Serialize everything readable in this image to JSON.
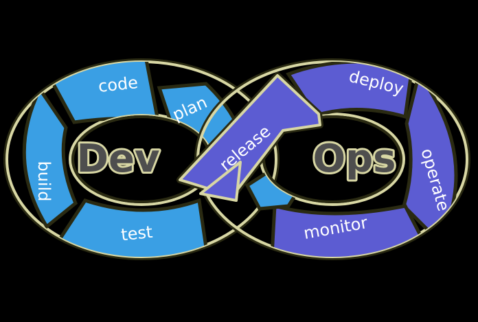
{
  "diagram": {
    "left_word": "Dev",
    "right_word": "Ops",
    "stages": {
      "code": "code",
      "build": "build",
      "test": "test",
      "plan": "plan",
      "release": "release",
      "deploy": "deploy",
      "operate": "operate",
      "monitor": "monitor"
    }
  },
  "colors": {
    "background": "#000000",
    "dev_segment": "#3a9fe4",
    "ops_segment": "#5c5cd2",
    "outline_dark": "#2a2a12",
    "outline_light": "#d8d7a4",
    "word_fill": "#4e4e4e",
    "label_text": "#ffffff"
  }
}
